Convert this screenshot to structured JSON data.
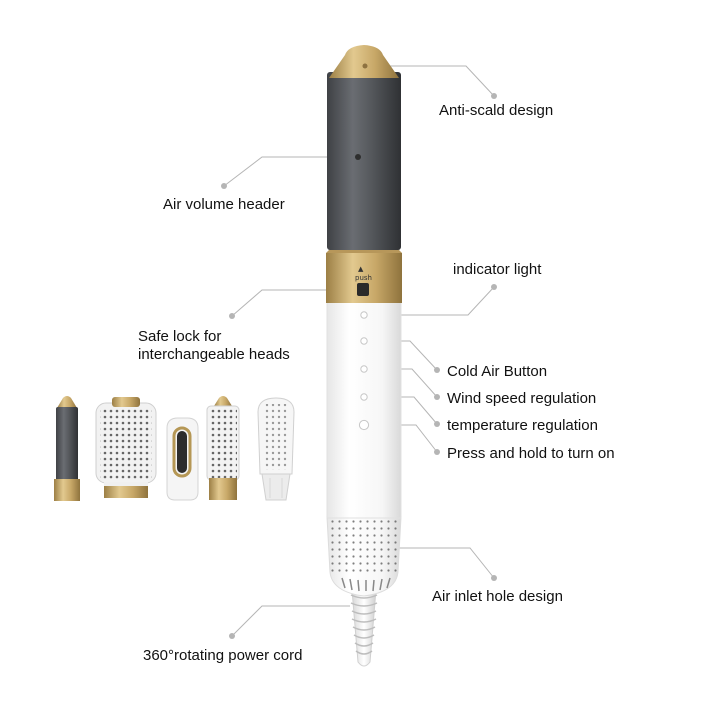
{
  "colors": {
    "gold": "#c9a968",
    "gold_dark": "#a88a4f",
    "gunmetal": "#56585c",
    "white_body": "#f4f4f4",
    "leader_line": "#b5b5b5"
  },
  "device": {
    "push_text": "push",
    "push_arrow": "▲"
  },
  "labels": {
    "anti_scald": "Anti-scald design",
    "air_volume_header": "Air volume header",
    "indicator_light": "indicator light",
    "safe_lock_line1": "Safe lock for",
    "safe_lock_line2": "interchangeable heads",
    "cold_air_button": "Cold Air Button",
    "wind_speed": "Wind speed regulation",
    "temperature": "temperature regulation",
    "power_on": "Press and hold to turn on",
    "air_inlet": "Air inlet hole design",
    "power_cord": "360°rotating power cord"
  },
  "attachments": [
    {
      "icon": "curling-barrel-icon"
    },
    {
      "icon": "round-volume-brush-icon"
    },
    {
      "icon": "smoothing-dryer-nozzle-icon"
    },
    {
      "icon": "small-round-brush-icon"
    },
    {
      "icon": "paddle-brush-icon"
    }
  ]
}
